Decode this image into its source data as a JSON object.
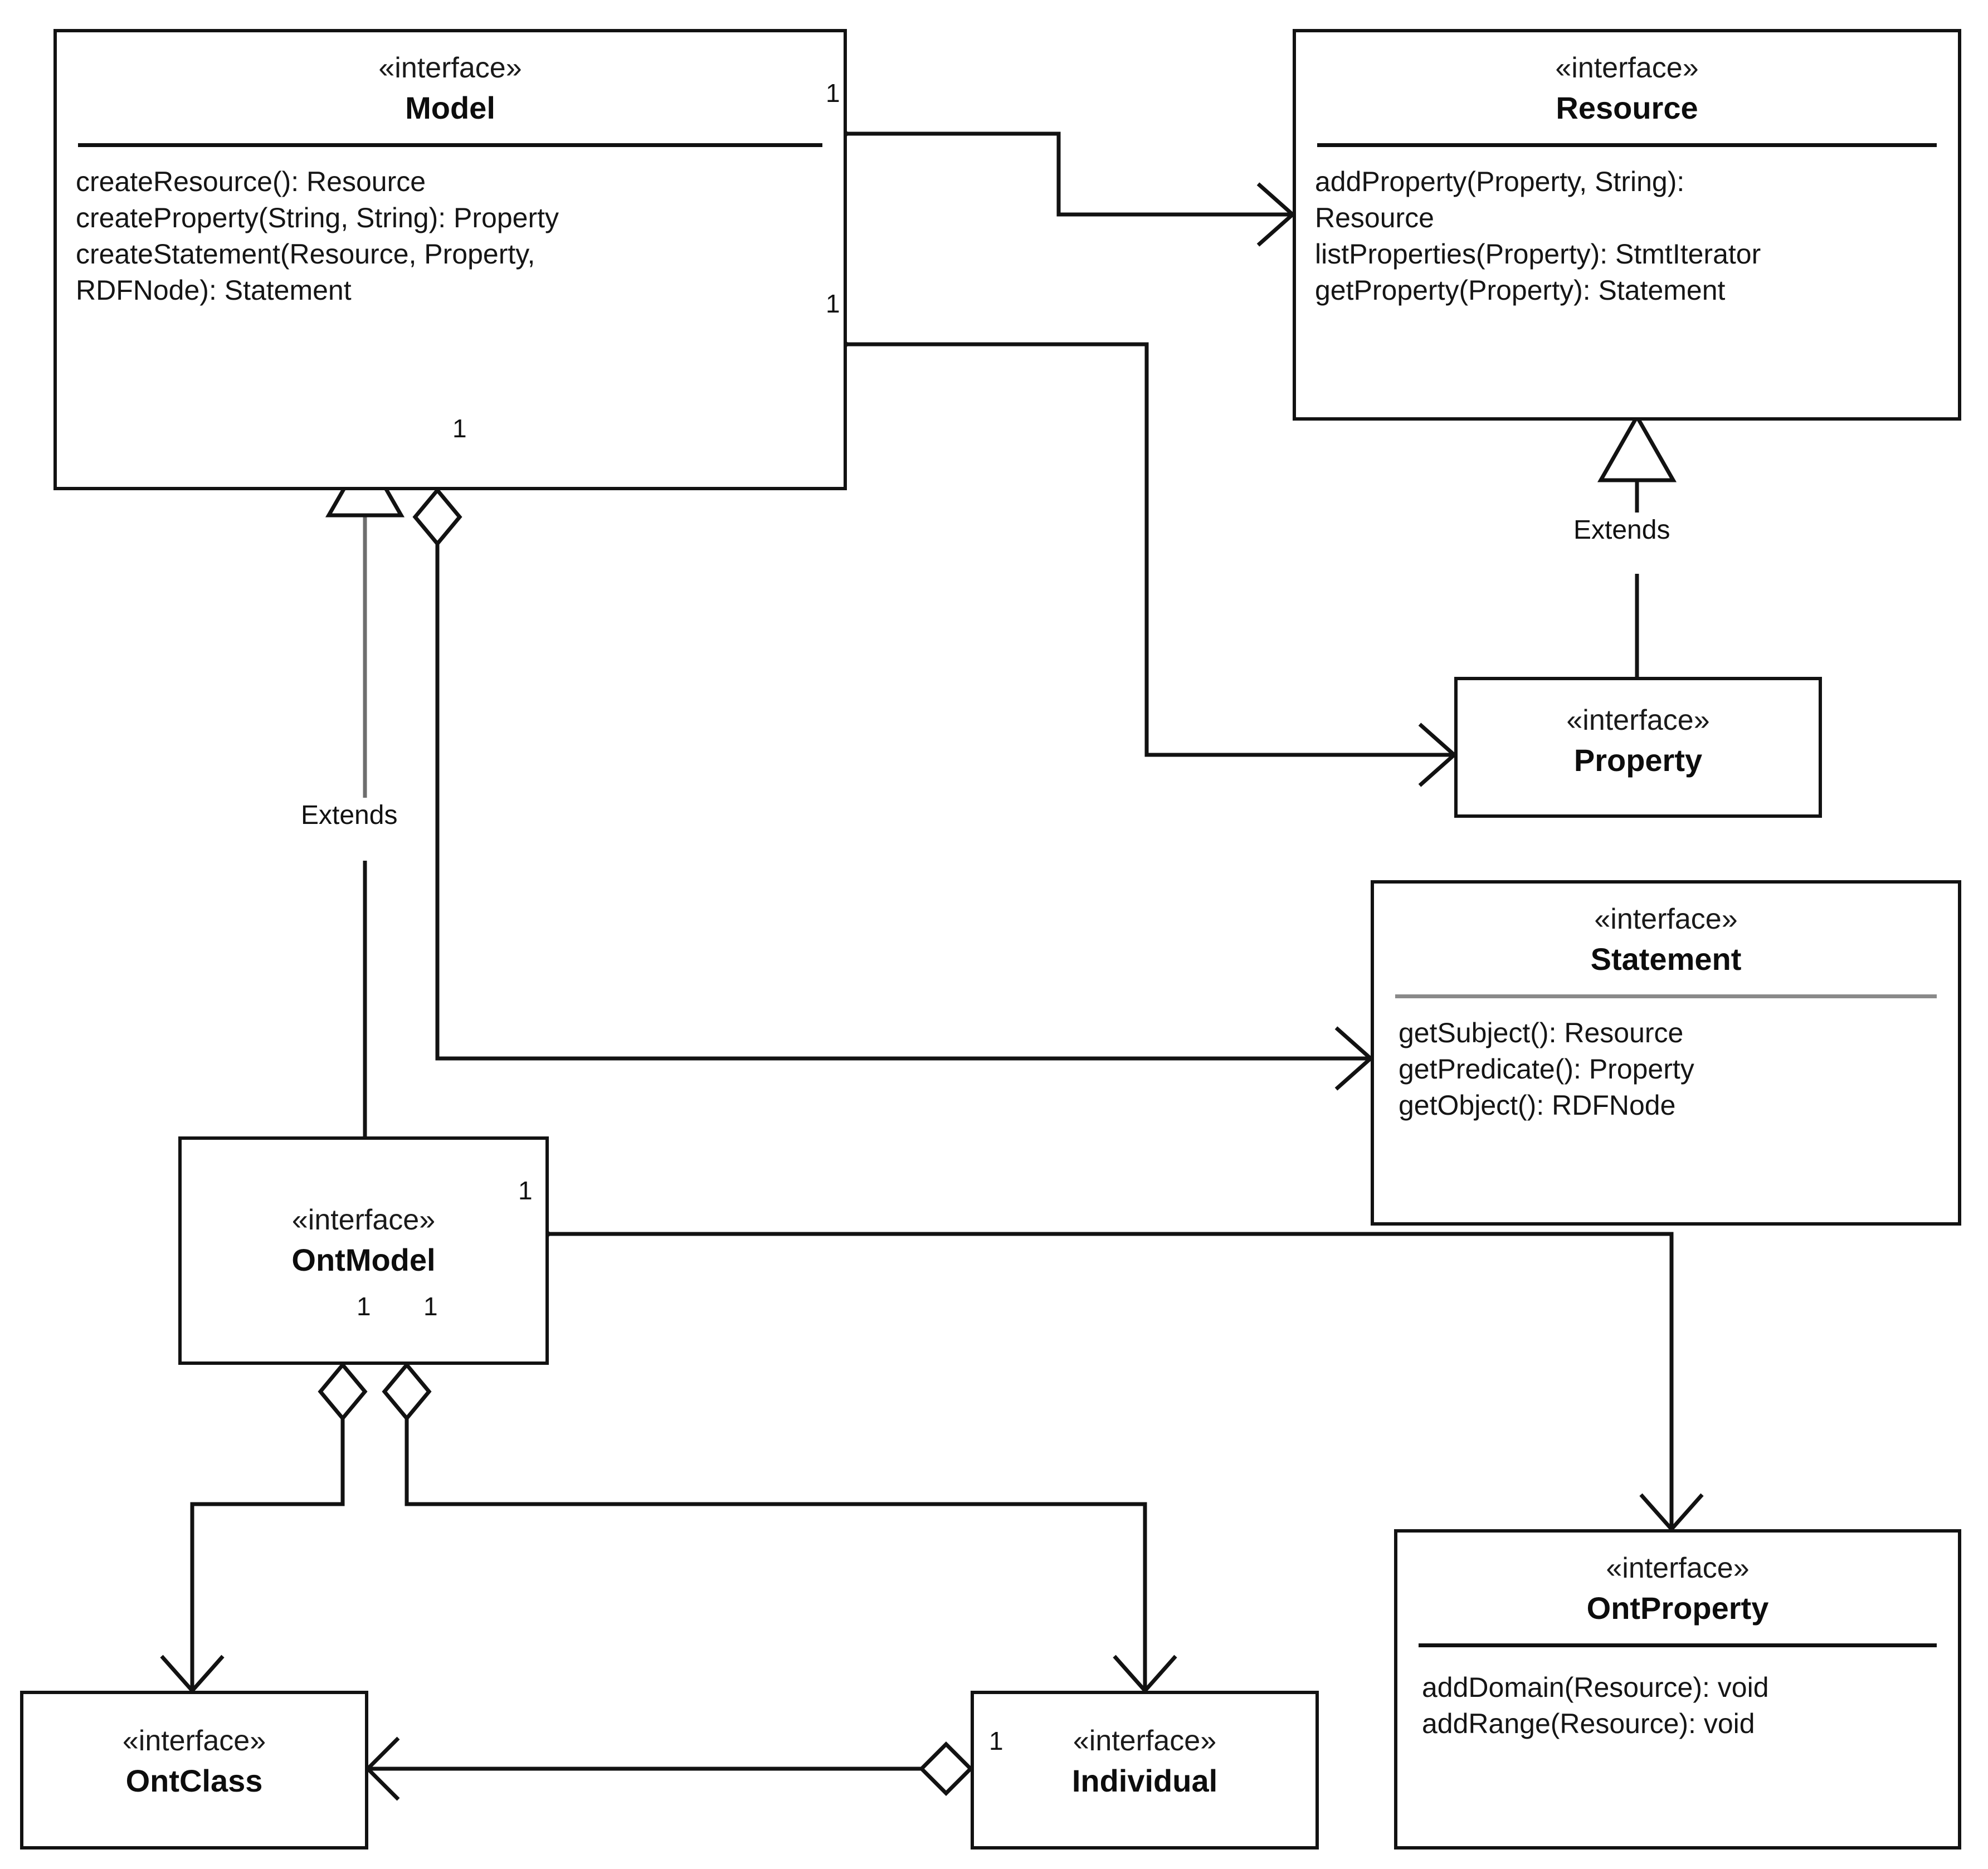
{
  "diagram": {
    "type": "uml-class-diagram",
    "stereotype": "«interface»",
    "classes": [
      {
        "id": "model",
        "stereotype": "«interface»",
        "name": "Model",
        "operations": [
          "createResource(): Resource",
          "createProperty(String, String): Property",
          "createStatement(Resource, Property,",
          "RDFNode): Statement"
        ]
      },
      {
        "id": "resource",
        "stereotype": "«interface»",
        "name": "Resource",
        "operations": [
          "addProperty(Property, String):",
          "Resource",
          "listProperties(Property): StmtIterator",
          "getProperty(Property): Statement"
        ]
      },
      {
        "id": "property",
        "stereotype": "«interface»",
        "name": "Property",
        "operations": []
      },
      {
        "id": "statement",
        "stereotype": "«interface»",
        "name": "Statement",
        "operations": [
          "getSubject(): Resource",
          "getPredicate(): Property",
          "getObject(): RDFNode"
        ]
      },
      {
        "id": "ontmodel",
        "stereotype": "«interface»",
        "name": "OntModel",
        "operations": []
      },
      {
        "id": "ontclass",
        "stereotype": "«interface»",
        "name": "OntClass",
        "operations": []
      },
      {
        "id": "individual",
        "stereotype": "«interface»",
        "name": "Individual",
        "operations": []
      },
      {
        "id": "ontproperty",
        "stereotype": "«interface»",
        "name": "OntProperty",
        "operations": [
          "addDomain(Resource): void",
          "addRange(Resource): void"
        ]
      }
    ],
    "edge_labels": {
      "extends_left": "Extends",
      "extends_right": "Extends"
    },
    "multiplicities": {
      "model_resource": "1",
      "model_property": "1",
      "model_statement": "1",
      "ontmodel_statement": "1",
      "ontmodel_ontclass": "1",
      "ontmodel_individual": "1",
      "individual_ontclass": "1"
    },
    "colors": {
      "stroke": "#121212",
      "grey_separator": "#8a8a8a",
      "background": "#ffffff"
    }
  }
}
